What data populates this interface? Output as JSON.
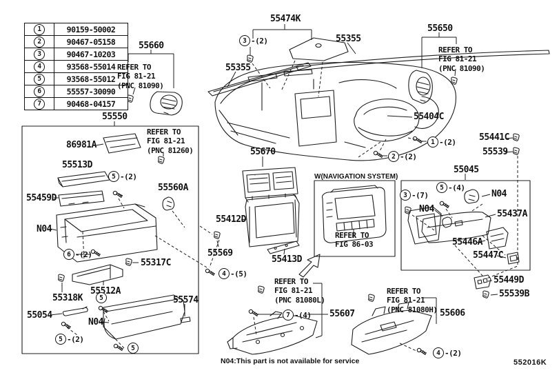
{
  "colors": {
    "ink": "#1c1c1c",
    "background": "#ffffff"
  },
  "fastener_table": {
    "rows": [
      {
        "num": "1",
        "part": "90159-50002"
      },
      {
        "num": "2",
        "part": "90467-05158"
      },
      {
        "num": "3",
        "part": "90467-10203"
      },
      {
        "num": "4",
        "part": "93568-55014"
      },
      {
        "num": "5",
        "part": "93568-55012"
      },
      {
        "num": "6",
        "part": "55557-30090"
      },
      {
        "num": "7",
        "part": "90468-04157"
      }
    ]
  },
  "labels": {
    "l55474K": "55474K",
    "l55355_right": "55355",
    "l55355_left": "55355",
    "l55650": "55650",
    "l55660": "55660",
    "refer_81090_left": "REFER TO\nFIG 81-21\n(PNC 81090)",
    "refer_81090_right": "REFER TO\nFIG 81-21\n(PNC 81090)",
    "l55550": "55550",
    "refer_81260": "REFER TO\nFIG 81-21\n(PNC 81260)",
    "l86981A": "86981A",
    "l55513D": "55513D",
    "l55459D": "55459D",
    "l55560A": "55560A",
    "n04_glove": "N04",
    "l55317C": "55317C",
    "l55512A": "55512A",
    "l55318K": "55318K",
    "l55054": "55054",
    "n04_door": "N04",
    "l55574": "55574",
    "l55670": "55670",
    "l55412D": "55412D",
    "l55569": "55569",
    "l55413D": "55413D",
    "nav_box_title": "W(NAVIGATION SYSTEM)",
    "nav_refer": "REFER TO\nFIG 86-03",
    "l55404C": "55404C",
    "l55441C": "55441C",
    "l55539": "55539",
    "l55045": "55045",
    "n04_right_upper": "N04",
    "n04_right_lower": "N04",
    "l55437A": "55437A",
    "l55446A": "55446A",
    "l55447C": "55447C",
    "l55449D": "55449D",
    "l55539B": "55539B",
    "l55607": "55607",
    "refer_81080L": "REFER TO\nFIG 81-21\n(PNC 81080L)",
    "l55606": "55606",
    "refer_81080H": "REFER TO\nFIG 81-21\n(PNC 81080H)"
  },
  "callouts": {
    "c3_top": {
      "num": "3",
      "qty": "-(2)"
    },
    "c1_cluster": {
      "num": "1",
      "qty": "-(2)"
    },
    "c2_cluster": {
      "num": "2",
      "qty": "-(2)"
    },
    "c5_box": {
      "num": "5",
      "qty": "-(2)"
    },
    "c6_box": {
      "num": "6",
      "qty": "-(2)"
    },
    "c5_door_top": {
      "num": "5",
      "qty": ""
    },
    "c5_door_left": {
      "num": "5",
      "qty": "-(2)"
    },
    "c5_door_bot": {
      "num": "5",
      "qty": ""
    },
    "c4_center": {
      "num": "4",
      "qty": "-(5)"
    },
    "c7_under": {
      "num": "7",
      "qty": "-(4)"
    },
    "c3_right": {
      "num": "3",
      "qty": "-(7)"
    },
    "c5_right": {
      "num": "5",
      "qty": "-(4)"
    },
    "c4_bottom": {
      "num": "4",
      "qty": "-(2)"
    }
  },
  "footer": {
    "note": "N04:This part is not available for service",
    "diagram_id": "552016K"
  }
}
